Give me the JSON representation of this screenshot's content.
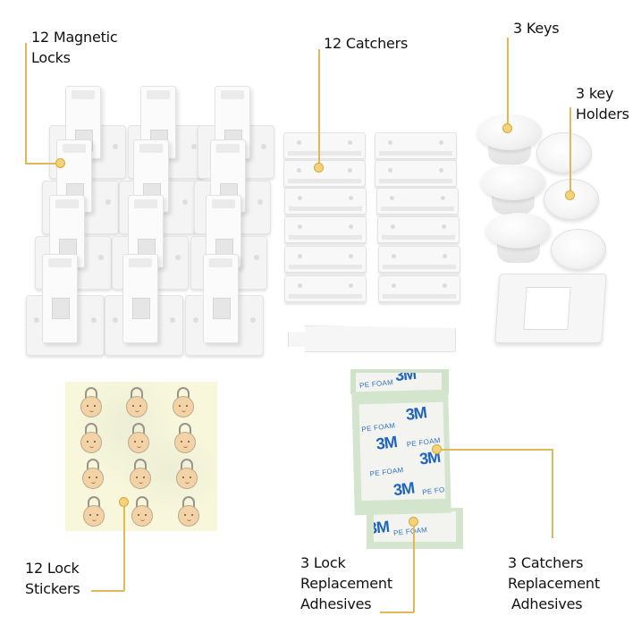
{
  "image": {
    "description": "Product kit contents infographic",
    "background": "#ffffff",
    "accent_color": "#e0b85a",
    "dot_fill": "#f3d27a"
  },
  "callouts": [
    {
      "id": "magnetic-locks",
      "lines": [
        "12 Magnetic",
        "Locks"
      ],
      "count": 12,
      "item": "Magnetic Locks"
    },
    {
      "id": "catchers",
      "lines": [
        "12 Catchers"
      ],
      "count": 12,
      "item": "Catchers"
    },
    {
      "id": "keys",
      "lines": [
        "3 Keys"
      ],
      "count": 3,
      "item": "Keys"
    },
    {
      "id": "key-holders",
      "lines": [
        "3 key",
        "Holders"
      ],
      "count": 3,
      "item": "key Holders"
    },
    {
      "id": "lock-stickers",
      "lines": [
        "12 Lock",
        "Stickers"
      ],
      "count": 12,
      "item": "Lock Stickers"
    },
    {
      "id": "lock-adhesives",
      "lines": [
        "3 Lock",
        "Replacement",
        "Adhesives"
      ],
      "count": 3,
      "item": "Lock Replacement Adhesives"
    },
    {
      "id": "catcher-adhesives",
      "lines": [
        "3 Catchers",
        "Replacement",
        "Adhesives"
      ],
      "count": 3,
      "item": "Catchers Replacement Adhesives"
    }
  ],
  "adhesive_print": {
    "brand": "3M",
    "material": "PE FOAM"
  }
}
